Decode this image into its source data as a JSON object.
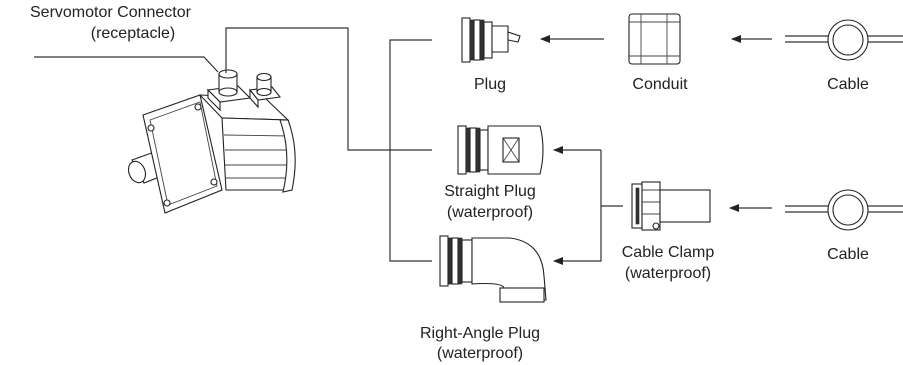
{
  "labels": {
    "servomotor_connector": "Servomotor Connector",
    "receptacle": "(receptacle)",
    "plug": "Plug",
    "conduit": "Conduit",
    "cable_top": "Cable",
    "straight_plug": "Straight Plug",
    "straight_plug_note": "(waterproof)",
    "cable_clamp": "Cable Clamp",
    "cable_clamp_note": "(waterproof)",
    "cable_bottom": "Cable",
    "right_angle_plug": "Right-Angle Plug",
    "right_angle_plug_note": "(waterproof)"
  }
}
